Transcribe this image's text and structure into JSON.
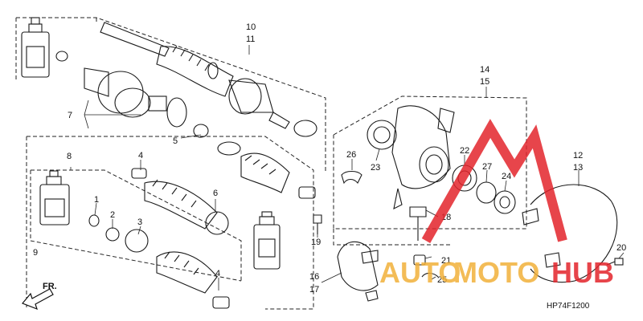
{
  "callouts": [
    {
      "id": "c1",
      "text": "1"
    },
    {
      "id": "c2",
      "text": "2"
    },
    {
      "id": "c3",
      "text": "3"
    },
    {
      "id": "c4a",
      "text": "4"
    },
    {
      "id": "c4b",
      "text": "4"
    },
    {
      "id": "c5",
      "text": "5"
    },
    {
      "id": "c6",
      "text": "6"
    },
    {
      "id": "c7",
      "text": "7"
    },
    {
      "id": "c8",
      "text": "8"
    },
    {
      "id": "c9",
      "text": "9"
    },
    {
      "id": "c10",
      "text": "10"
    },
    {
      "id": "c11",
      "text": "11"
    },
    {
      "id": "c12",
      "text": "12"
    },
    {
      "id": "c13",
      "text": "13"
    },
    {
      "id": "c14",
      "text": "14"
    },
    {
      "id": "c15",
      "text": "15"
    },
    {
      "id": "c16",
      "text": "16"
    },
    {
      "id": "c17",
      "text": "17"
    },
    {
      "id": "c18",
      "text": "18"
    },
    {
      "id": "c19",
      "text": "19"
    },
    {
      "id": "c20",
      "text": "20"
    },
    {
      "id": "c21",
      "text": "21"
    },
    {
      "id": "c22",
      "text": "22"
    },
    {
      "id": "c23",
      "text": "23"
    },
    {
      "id": "c24",
      "text": "24"
    },
    {
      "id": "c25",
      "text": "25"
    },
    {
      "id": "c26",
      "text": "26"
    },
    {
      "id": "c27",
      "text": "27"
    }
  ],
  "direction_label": "FR.",
  "diagram_code": "HP74F1200",
  "watermark": {
    "text_a": "AUTO",
    "text_b": "MOTO",
    "text_c": "HUB",
    "color_a": "#f2b13a",
    "color_b": "#f2b13a",
    "color_c": "#e3242b",
    "logo_color": "#e3242b"
  }
}
